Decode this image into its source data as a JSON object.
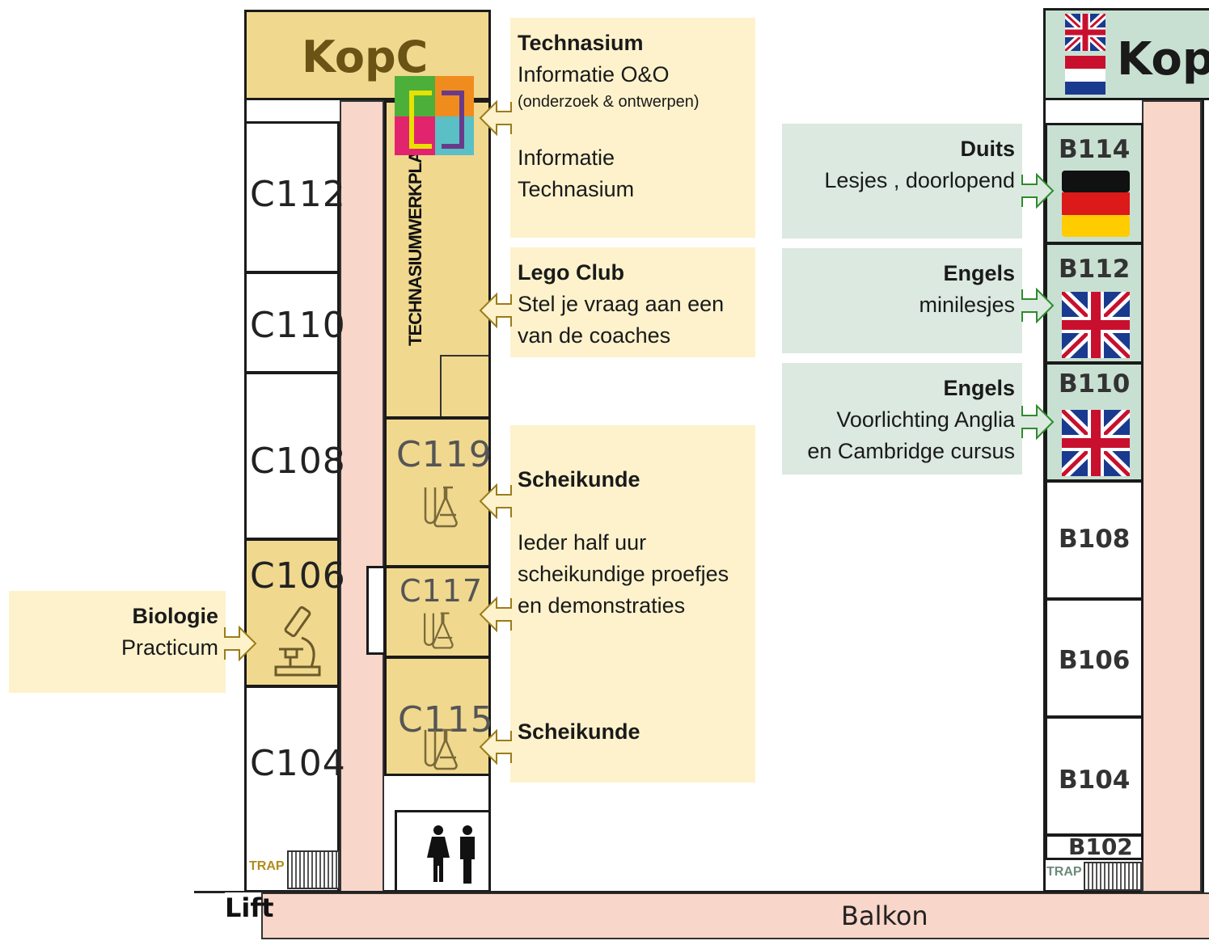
{
  "rooms_c": {
    "kop": "KopC",
    "c112": "C112",
    "c110": "C110",
    "c108": "C108",
    "c106": "C106",
    "c104": "C104",
    "c119": "C119",
    "c117": "C117",
    "c115": "C115",
    "werkplaats": "TECHNASIUMWERKPLAATS"
  },
  "rooms_b": {
    "kop": "Kop",
    "b114": "B114",
    "b112": "B112",
    "b110": "B110",
    "b108": "B108",
    "b106": "B106",
    "b104": "B104",
    "b102": "B102"
  },
  "labels": {
    "trap_left": "TRAP",
    "trap_right": "TRAP",
    "lift": "Lift",
    "balkon": "Balkon"
  },
  "info": {
    "technasium": {
      "title": "Technasium",
      "line1": "Informatie O&O",
      "line2": "(onderzoek & ontwerpen)",
      "line3": "Informatie",
      "line4": "Technasium"
    },
    "lego": {
      "title": "Lego Club",
      "line1": "Stel je vraag aan een",
      "line2": "van de coaches"
    },
    "scheikunde1": {
      "title": "Scheikunde",
      "line1": "Ieder half uur",
      "line2": "scheikundige proefjes",
      "line3": "en demonstraties"
    },
    "scheikunde2": {
      "title": "Scheikunde"
    },
    "biologie": {
      "title": "Biologie",
      "line1": "Practicum"
    },
    "duits": {
      "title": "Duits",
      "line1": "Lesjes , doorlopend"
    },
    "engels1": {
      "title": "Engels",
      "line1": "minilesjes"
    },
    "engels2": {
      "title": "Engels",
      "line1": "Voorlichting Anglia",
      "line2": "en Cambridge cursus"
    }
  },
  "colors": {
    "gold_room": "#f0d88e",
    "teal_room": "#c8e0d2",
    "corridor": "#f8d6c9",
    "info_yellow": "#fdf2cc",
    "info_green": "#dbe9e0",
    "arrow_gold": "#9a7d1a",
    "arrow_green": "#2e8b2e"
  }
}
